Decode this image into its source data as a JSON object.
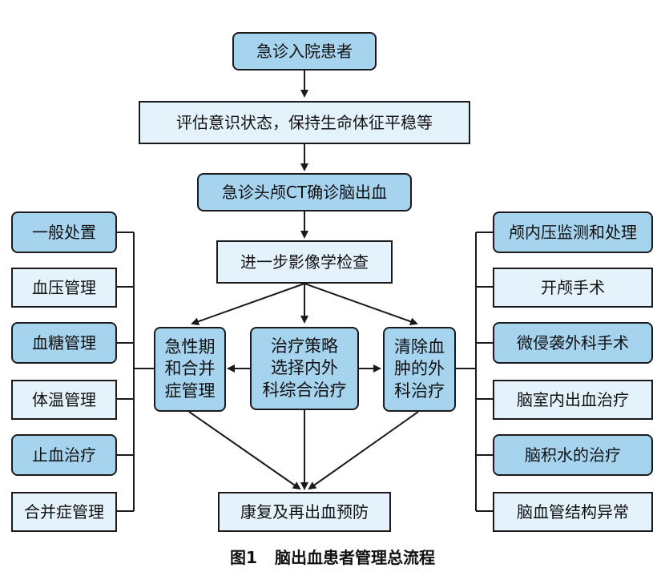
{
  "flow": {
    "admission": "急诊入院患者",
    "assess": "评估意识状态，保持生命体征平稳等",
    "ct": "急诊头颅CT确诊脑出血",
    "imaging": "进一步影像学检查",
    "complication_mgmt": "急性期\n和合并\n症管理",
    "strategy": "治疗策略\n选择内外\n科综合治疗",
    "surgery": "清除血\n肿的外\n科治疗",
    "rehab": "康复及再出血预防"
  },
  "left_items": [
    "一般处置",
    "血压管理",
    "血糖管理",
    "体温管理",
    "止血治疗",
    "合并症管理"
  ],
  "right_items": [
    "颅内压监测和处理",
    "开颅手术",
    "微侵袭外科手术",
    "脑室内出血治疗",
    "脑积水的治疗",
    "脑血管结构异常"
  ],
  "caption": {
    "figure_no": "图1",
    "title": "脑出血患者管理总流程"
  },
  "colors": {
    "box_blue": "#a6d3ee",
    "box_light": "#e4f3fb",
    "line": "#1a1a1a"
  }
}
